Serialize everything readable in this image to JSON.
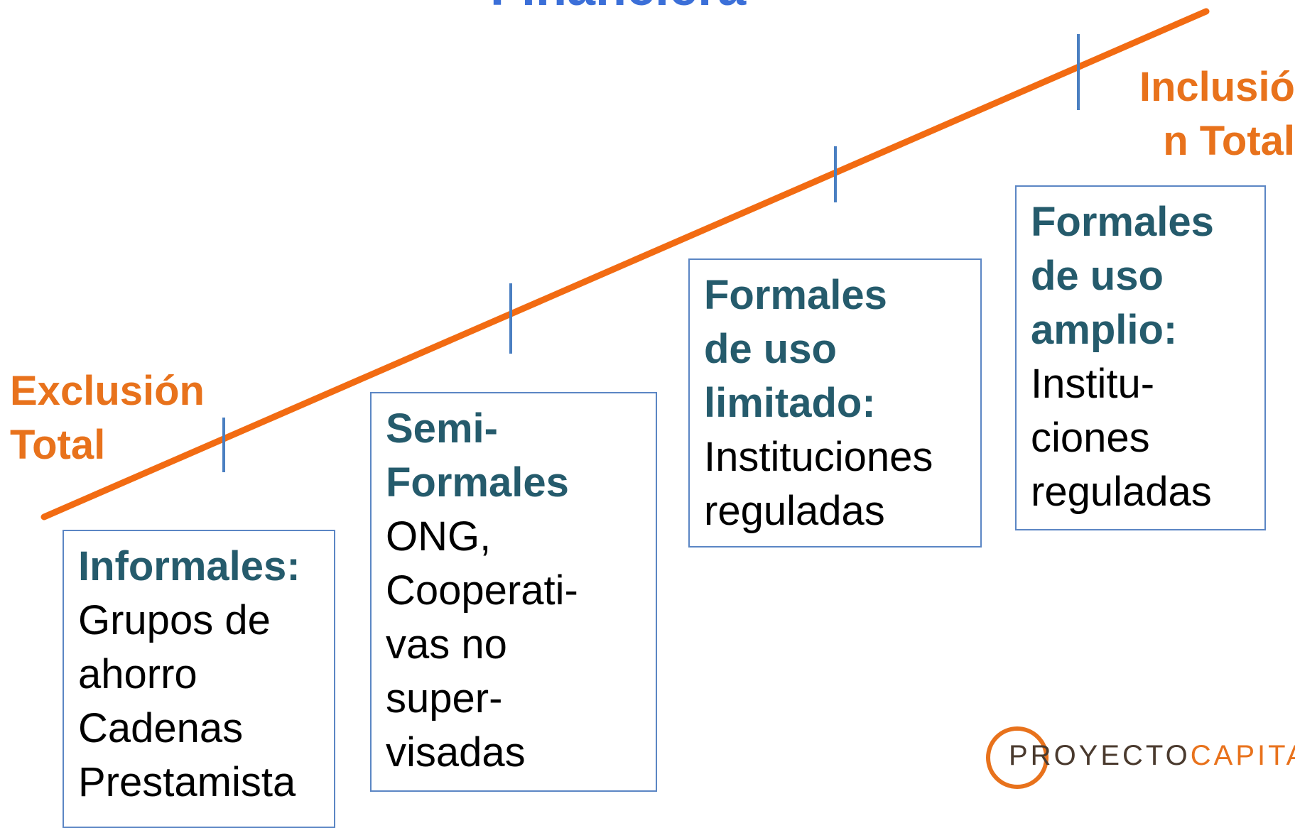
{
  "title": "Financiera",
  "colors": {
    "axis": "#f26b12",
    "ticks": "#4a7fc1",
    "end_label": "#e8721c",
    "heading": "#255b6c",
    "title": "#3b6fd8",
    "box_border": "#5b86c4"
  },
  "ends": {
    "left": [
      "Exclusión",
      "Total"
    ],
    "right": [
      "Inclusió",
      "n Total"
    ]
  },
  "boxes": [
    {
      "heading": [
        "Informales:"
      ],
      "body": [
        "Grupos de",
        "ahorro",
        "Cadenas",
        "Prestamista"
      ]
    },
    {
      "heading": [
        "Semi-",
        "Formales"
      ],
      "body": [
        "ONG,",
        "Cooperati-",
        "vas no",
        "super-",
        "visadas"
      ]
    },
    {
      "heading": [
        "Formales",
        "de uso",
        "limitado:"
      ],
      "body": [
        "Instituciones",
        "reguladas"
      ]
    },
    {
      "heading": [
        "Formales",
        "de uso",
        "amplio:"
      ],
      "body": [
        "Institu-",
        "ciones",
        "reguladas"
      ]
    }
  ],
  "logo": {
    "part1": "PROYECTO",
    "part2": "CAPITAL",
    "icon": "circle-logo-icon"
  }
}
